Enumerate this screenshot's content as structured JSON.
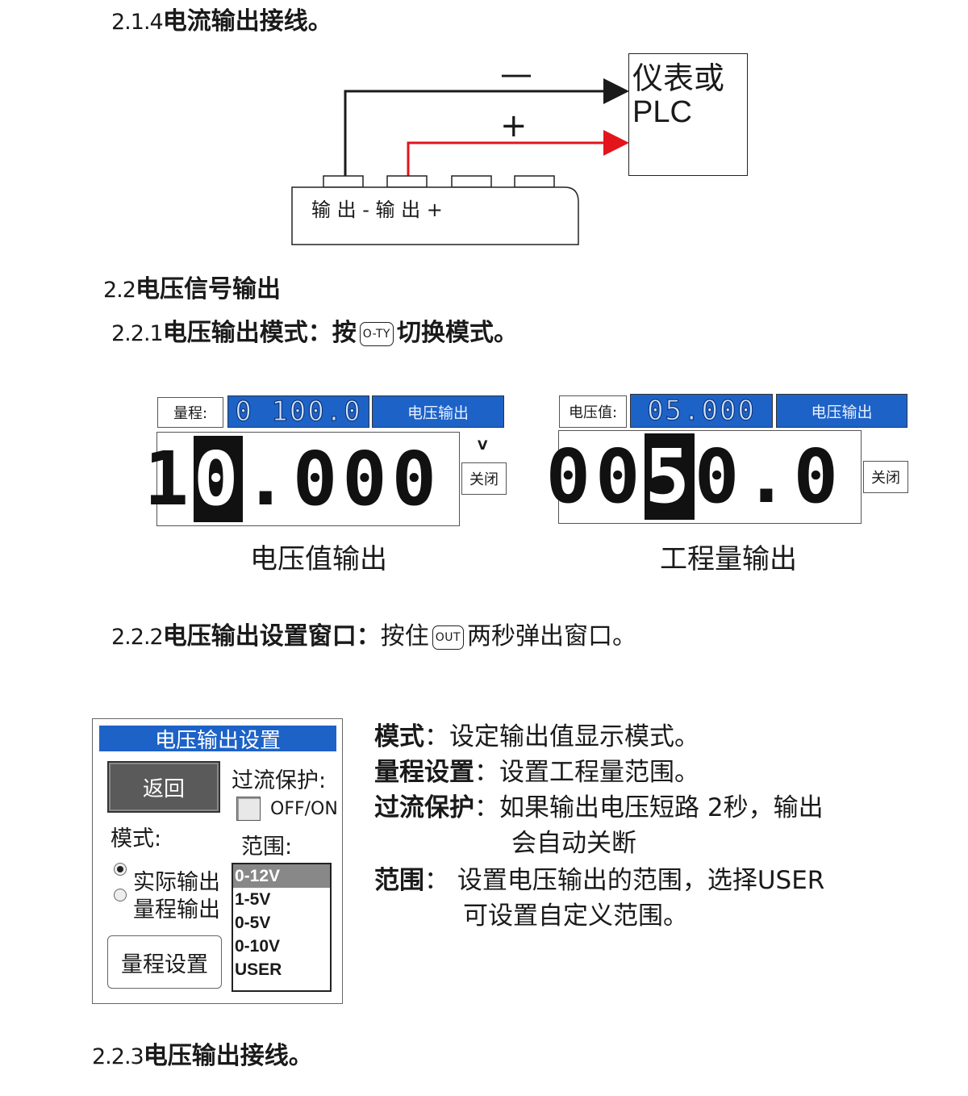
{
  "sections": {
    "s214": {
      "num": "2.1.4",
      "title": "电流输出接线。"
    },
    "s22": {
      "num": "2.2",
      "title": "电压信号输出"
    },
    "s221": {
      "num": "2.2.1",
      "title": "电压输出模式：按",
      "key": "O-TY",
      "suffix": "切换模式。"
    },
    "s222": {
      "num": "2.2.2",
      "title": "电压输出设置窗口：",
      "text": "按住",
      "key": "OUT",
      "suffix": "两秒弹出窗口。"
    },
    "s223": {
      "num": "2.2.3",
      "title": "电压输出接线。"
    }
  },
  "wiring": {
    "device_lines": [
      "仪表或",
      "PLC"
    ],
    "minus_sign": "—",
    "plus_sign": "+",
    "terminal_labels": "输 出 - 输 出 +",
    "colors": {
      "negative": "#1a1a1a",
      "positive": "#e3141b"
    }
  },
  "display_voltage": {
    "label": "量程:",
    "range_value": "0 100.0",
    "mode": "电压输出",
    "digits_before": "1",
    "digits_cursor": "0",
    "digits_after": ".000",
    "unit": "V",
    "off_label": "关闭",
    "caption": "电压值输出"
  },
  "display_engineering": {
    "label": "电压值:",
    "voltage_value": "05.000",
    "mode": "电压输出",
    "digits_before": "00",
    "digits_cursor": "5",
    "digits_after": "0.0",
    "off_label": "关闭",
    "caption": "工程量输出"
  },
  "settings_window": {
    "title": "电压输出设置",
    "back_label": "返回",
    "overcurrent_label": "过流保护:",
    "overcurrent_option": "OFF/ON",
    "mode_label": "模式:",
    "range_label": "范围:",
    "radio_actual": "实际输出",
    "radio_range": "量程输出",
    "radio_selected": "actual",
    "range_options": [
      "0-12V",
      "1-5V",
      "0-5V",
      "0-10V",
      "USER"
    ],
    "range_selected": "0-12V",
    "range_setting_button": "量程设置"
  },
  "descriptions": {
    "mode": {
      "term": "模式",
      "text": "：设定输出值显示模式。"
    },
    "range_setting": {
      "term": "量程设置",
      "text": "：设置工程量范围。"
    },
    "overcurrent": {
      "term": "过流保护",
      "text": "：如果输出电压短路 2秒，输出",
      "text2": "会自动关断"
    },
    "range": {
      "term": "范围",
      "text": "： 设置电压输出的范围，选择USER",
      "text2": "可设置自定义范围。"
    }
  }
}
